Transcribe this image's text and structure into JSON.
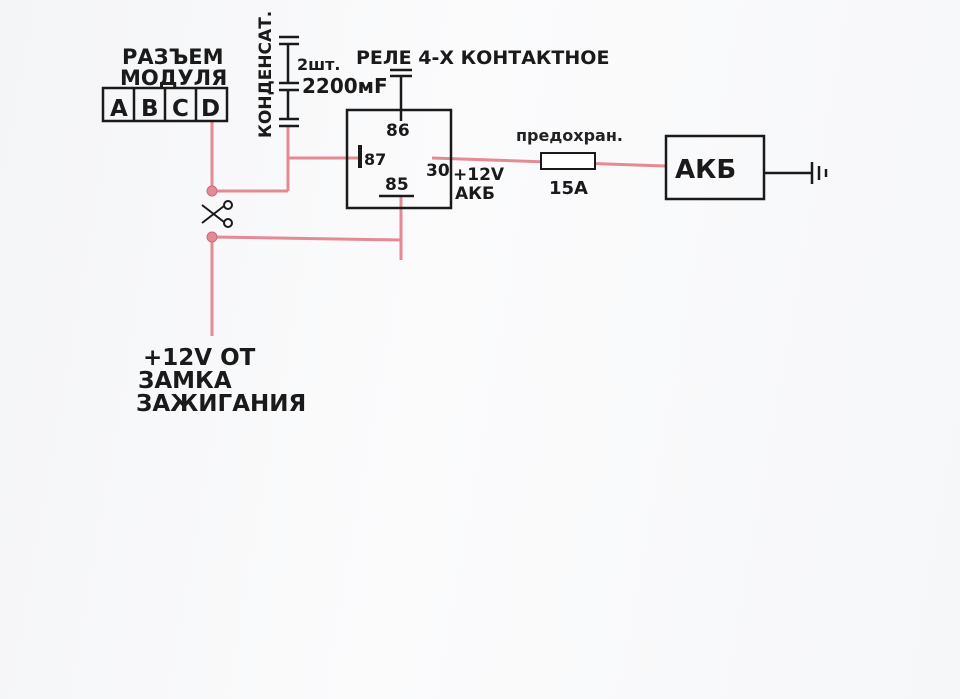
{
  "connector": {
    "title_line1": "РАЗЪЕМ",
    "title_line2": "МОДУЛЯ",
    "pins": [
      "A",
      "B",
      "C",
      "D"
    ]
  },
  "capacitor": {
    "label": "КОНДЕНСАТ.",
    "count": "2шт.",
    "value": "2200мF"
  },
  "relay": {
    "title": "РЕЛЕ 4-Х КОНТАКТНОЕ",
    "pin_86": "86",
    "pin_87": "87",
    "pin_85": "85",
    "pin_30": "30",
    "pin30_note_line1": "+12V",
    "pin30_note_line2": "АКБ"
  },
  "fuse": {
    "label": "предохран.",
    "rating": "15А"
  },
  "battery": {
    "label": "АКБ"
  },
  "ignition": {
    "line1": "+12V ОТ",
    "line2": "ЗАМКА",
    "line3": "ЗАЖИГАНИЯ"
  },
  "colors": {
    "wire": "#e48a95",
    "ink": "#1a1a1a"
  }
}
